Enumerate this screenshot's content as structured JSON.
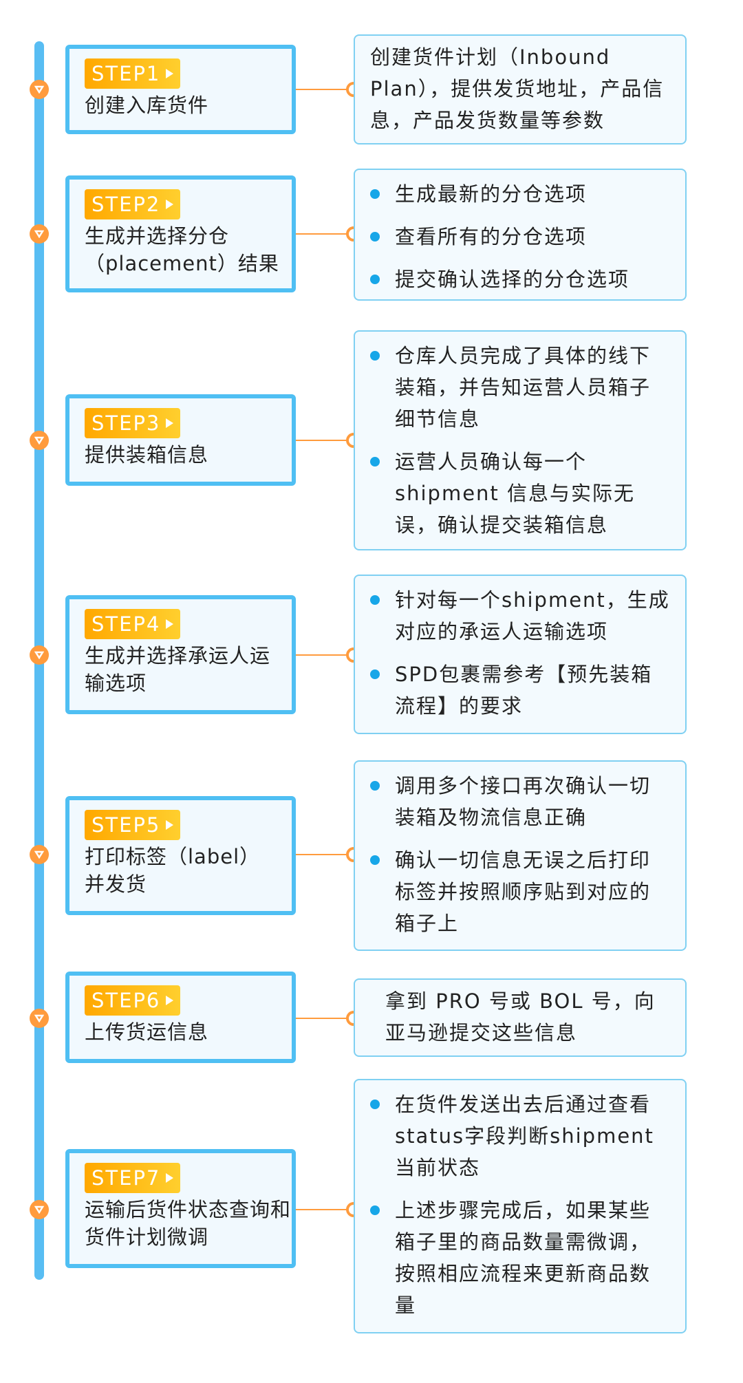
{
  "steps": [
    {
      "badge": "STEP1",
      "title": "创建入库货件",
      "detail_type": "text",
      "detail": "创建货件计划（Inbound Plan），提供发货地址，产品信息，产品发货数量等参数"
    },
    {
      "badge": "STEP2",
      "title": "生成并选择分仓（placement）结果",
      "detail_type": "list",
      "items": [
        "生成最新的分仓选项",
        "查看所有的分仓选项",
        "提交确认选择的分仓选项"
      ]
    },
    {
      "badge": "STEP3",
      "title": "提供装箱信息",
      "detail_type": "list",
      "items": [
        "仓库人员完成了具体的线下装箱，并告知运营人员箱子细节信息",
        "运营人员确认每一个shipment 信息与实际无误，确认提交装箱信息"
      ]
    },
    {
      "badge": "STEP4",
      "title": "生成并选择承运人运输选项",
      "detail_type": "list",
      "items": [
        "针对每一个shipment，生成对应的承运人运输选项",
        "SPD包裹需参考【预先装箱流程】的要求"
      ]
    },
    {
      "badge": "STEP5",
      "title": "打印标签（label）并发货",
      "detail_type": "list",
      "items": [
        "调用多个接口再次确认一切装箱及物流信息正确",
        "确认一切信息无误之后打印标签并按照顺序贴到对应的箱子上"
      ]
    },
    {
      "badge": "STEP6",
      "title": "上传货运信息",
      "detail_type": "text",
      "detail": "拿到 PRO 号或 BOL 号，向亚马逊提交这些信息"
    },
    {
      "badge": "STEP7",
      "title": "运输后货件状态查询和货件计划微调",
      "detail_type": "list",
      "items": [
        " 在货件发送出去后通过查看status字段判断shipment当前状态",
        "上述步骤完成后，如果某些箱子里的商品数量需微调，按照相应流程来更新商品数量"
      ]
    }
  ],
  "colors": {
    "timeline": "#58bdf3",
    "accent": "#ff9b3d",
    "badge": "#ffa800",
    "bullet": "#17a6e8"
  }
}
